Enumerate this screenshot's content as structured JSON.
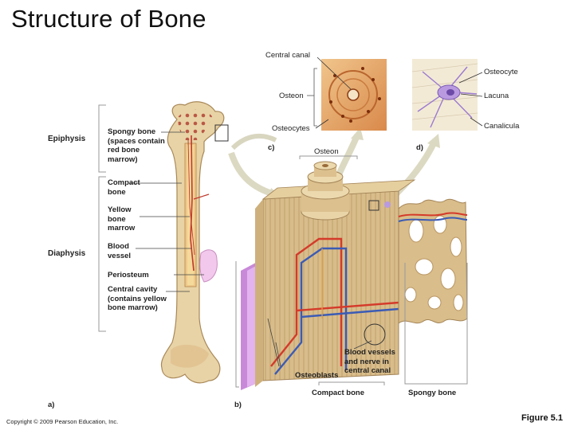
{
  "title": "Structure of Bone",
  "panel_a": {
    "letter": "a)",
    "epiphysis": "Epiphysis",
    "diaphysis": "Diaphysis",
    "spongy_bone": [
      "Spongy bone",
      "(spaces contain",
      "red bone",
      "marrow)"
    ],
    "compact_bone": [
      "Compact",
      "bone"
    ],
    "yellow_marrow": [
      "Yellow",
      "bone",
      "marrow"
    ],
    "blood_vessel": [
      "Blood",
      "vessel"
    ],
    "periosteum": "Periosteum",
    "central_cavity": [
      "Central cavity",
      "(contains yellow",
      "bone marrow)"
    ]
  },
  "panel_b": {
    "letter": "b)",
    "osteon": "Osteon",
    "blood_vessels": [
      "Blood vessels",
      "and nerve in",
      "central canal"
    ],
    "osteoblasts": "Osteoblasts",
    "compact_bone": "Compact bone",
    "spongy_bone": "Spongy bone"
  },
  "panel_c": {
    "letter": "c)",
    "central_canal": "Central canal",
    "osteon": "Osteon",
    "osteocytes": "Osteocytes"
  },
  "panel_d": {
    "letter": "d)",
    "osteocyte": "Osteocyte",
    "lacuna": "Lacuna",
    "canalicula": "Canalicula"
  },
  "copyright": "Copyright © 2009 Pearson Education, Inc.",
  "figure": "Figure 5.1",
  "colors": {
    "bone": "#e8d3a6",
    "bone_dark": "#c9a66b",
    "marrow_red": "#c0392b",
    "periosteum": "#e8a9d8",
    "artery": "#d43a2a",
    "vein": "#3b5bb5",
    "arrow": "#d9d6c0",
    "micro_bg": "#e7a65a",
    "cell_purple": "#9b7ad0"
  }
}
